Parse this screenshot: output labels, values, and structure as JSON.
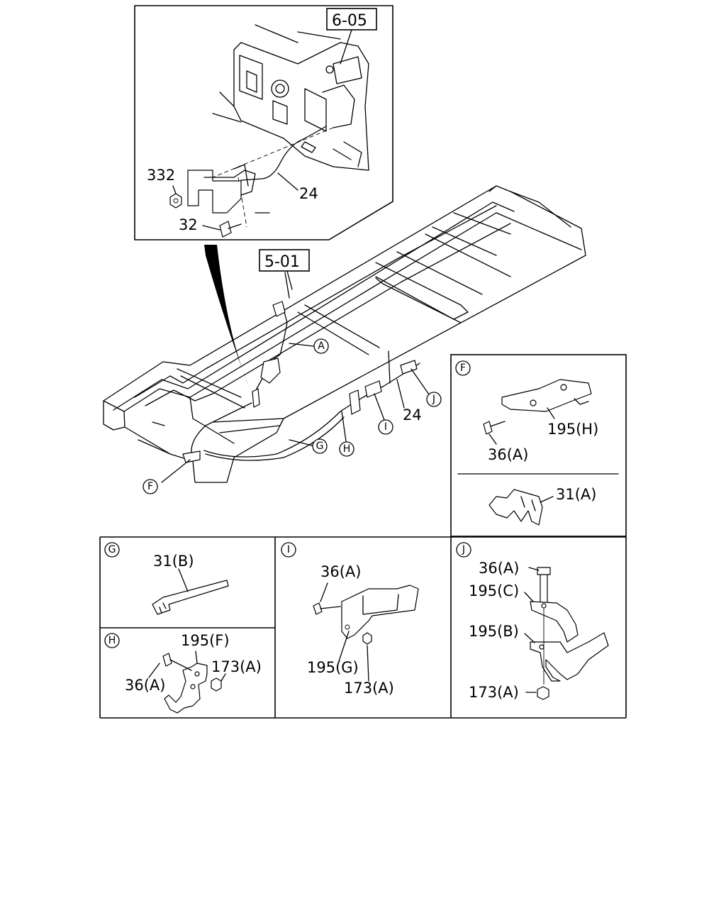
{
  "refs": {
    "r605": "6-05",
    "r501": "5-01"
  },
  "callouts": {
    "A": "A",
    "F": "F",
    "G": "G",
    "H": "H",
    "I": "I",
    "J": "J"
  },
  "labels": {
    "p332": "332",
    "p24_top": "24",
    "p32": "32",
    "p24_main": "24",
    "F_195H": "195(H)",
    "F_36A": "36(A)",
    "F_31A": "31(A)",
    "G_31B": "31(B)",
    "I_36A": "36(A)",
    "I_195G": "195(G)",
    "I_173A": "173(A)",
    "J_36A": "36(A)",
    "J_195C": "195(C)",
    "J_195B": "195(B)",
    "J_173A": "173(A)",
    "H_195F": "195(F)",
    "H_36A": "36(A)",
    "H_173A": "173(A)"
  }
}
